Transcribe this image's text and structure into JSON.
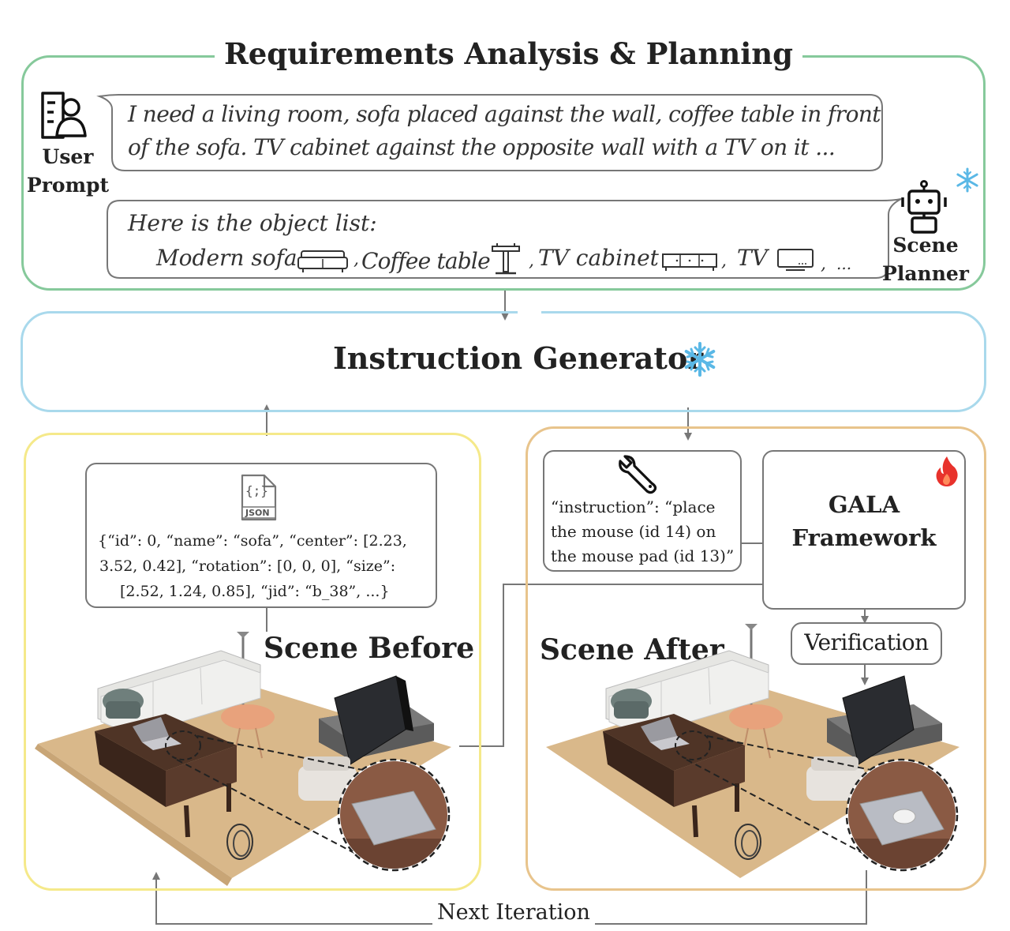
{
  "requirements_panel": {
    "title": "Requirements Analysis & Planning",
    "user_label": "User",
    "prompt_label": "Prompt",
    "user_prompt_line1": "I need a living room, sofa placed against the wall, coffee table in front",
    "user_prompt_line2": "of the sofa. TV cabinet against the opposite wall with a TV on it ...",
    "planner_response_line1": "Here is the object list:",
    "objects": [
      {
        "label": "Modern sofa",
        "icon": "sofa-icon"
      },
      {
        "label": "Coffee table",
        "icon": "coffee-table-icon"
      },
      {
        "label": "TV cabinet",
        "icon": "tv-cabinet-icon"
      },
      {
        "label": "TV",
        "icon": "tv-icon"
      }
    ],
    "sep1": ",",
    "sep2": ",",
    "sep3": ",",
    "sep4": ",",
    "ellipsis": "...",
    "scene_label": "Scene",
    "planner_label": "Planner",
    "frozen_icon": "snowflake-icon"
  },
  "instruction_generator": {
    "title": "Instruction Generator",
    "frozen_icon": "snowflake-icon"
  },
  "scene_before": {
    "title": "Scene Before",
    "json_icon_braces": "{;}",
    "json_icon_label": "JSON",
    "json_line1": "{“id”: 0,  “name”: “sofa”,  “center”: [2.23,",
    "json_line2": "3.52, 0.42],  “rotation”: [0, 0, 0],  “size”:",
    "json_line3": "[2.52, 1.24, 0.85],  “jid”: “b_38”,   ...}"
  },
  "scene_after": {
    "title": "Scene After",
    "instruction_line1": "“instruction”: “place",
    "instruction_line2": "the mouse (id 14) on",
    "instruction_line3": "the mouse pad (id 13)”",
    "tool_icon": "wrench-icon",
    "framework_line1": "GALA",
    "framework_line2": "Framework",
    "trainable_icon": "fire-icon",
    "verification": "Verification"
  },
  "loop": {
    "label": "Next Iteration"
  },
  "colors": {
    "green": "#86c99b",
    "blue": "#a9d9ec",
    "yellow": "#f5e98a",
    "orange": "#e8c48c",
    "snow": "#5ab8e6",
    "fire": "#e8322c",
    "arrow": "#777777"
  }
}
